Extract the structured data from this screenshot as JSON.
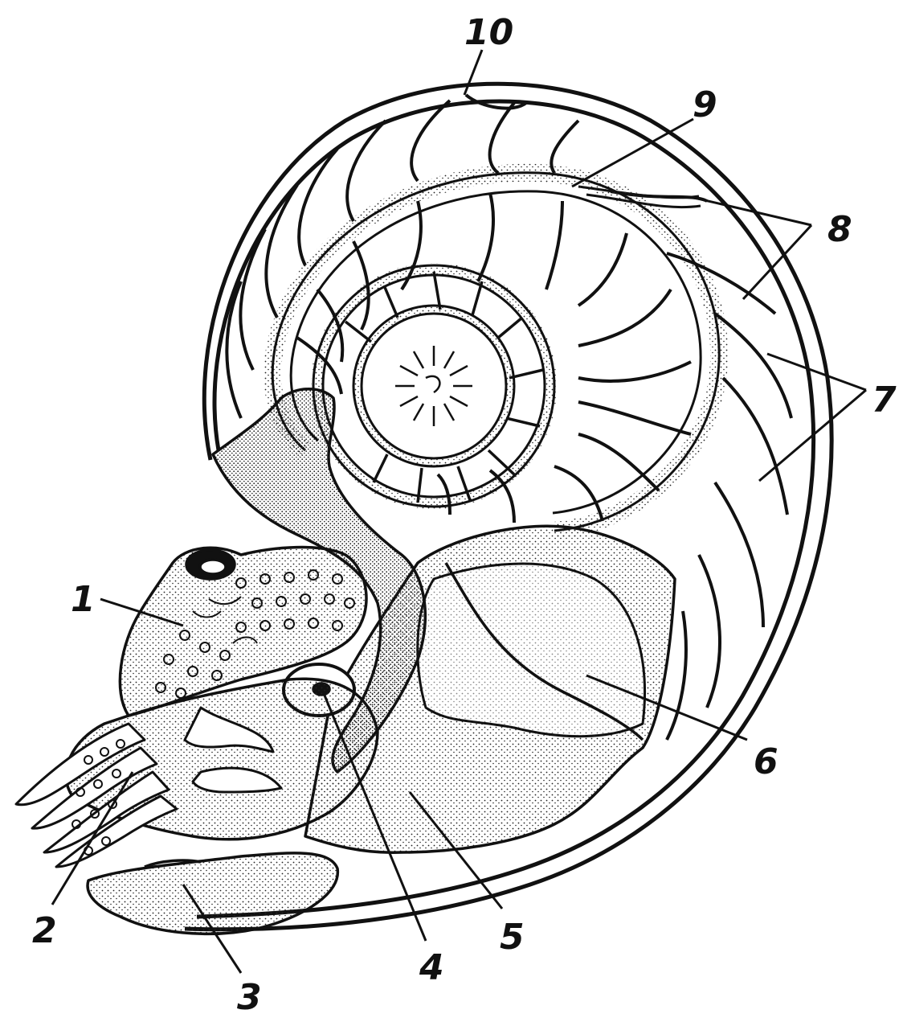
{
  "figure": {
    "callouts": [
      {
        "id": "c1",
        "text": "1"
      },
      {
        "id": "c2",
        "text": "2"
      },
      {
        "id": "c3",
        "text": "3"
      },
      {
        "id": "c4",
        "text": "4"
      },
      {
        "id": "c5",
        "text": "5"
      },
      {
        "id": "c6",
        "text": "6"
      },
      {
        "id": "c7",
        "text": "7"
      },
      {
        "id": "c8",
        "text": "8"
      },
      {
        "id": "c9",
        "text": "9"
      },
      {
        "id": "c10",
        "text": "10"
      }
    ]
  },
  "colors": {
    "ink": "#111111",
    "paper": "#ffffff",
    "stipple": "#222222"
  }
}
